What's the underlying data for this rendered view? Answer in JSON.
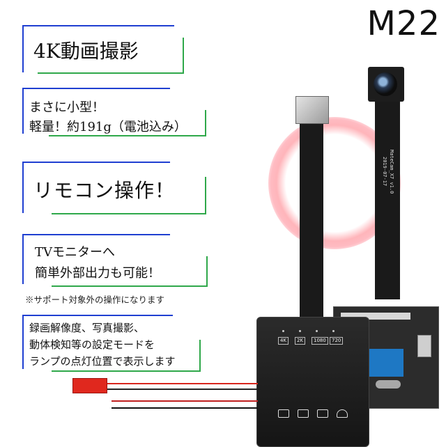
{
  "model": "M22",
  "feature1": {
    "text": "4K動画撮影"
  },
  "feature2": {
    "line1": "まさに小型！",
    "line2": "軽量！約191g（電池込み）"
  },
  "feature3": {
    "text": "リモコン操作！"
  },
  "feature4": {
    "line1": "TVモニターへ",
    "line2": "簡単外部出力も可能！",
    "note": "※サポート対象外の操作になります"
  },
  "feature5": {
    "line1": "録画解像度、写真撮影、",
    "line2": "動体検知等の設定モードを",
    "line3": "ランプの点灯位置で表示します"
  },
  "product": {
    "ribbon_label": "MateCam_X7 v1.0",
    "ribbon_date": "2019-07-17",
    "res_labels": [
      "4K",
      "2K",
      "1080",
      "720"
    ]
  },
  "colors": {
    "accent_blue": "#1f3fd1",
    "accent_green": "#2fa84a"
  }
}
